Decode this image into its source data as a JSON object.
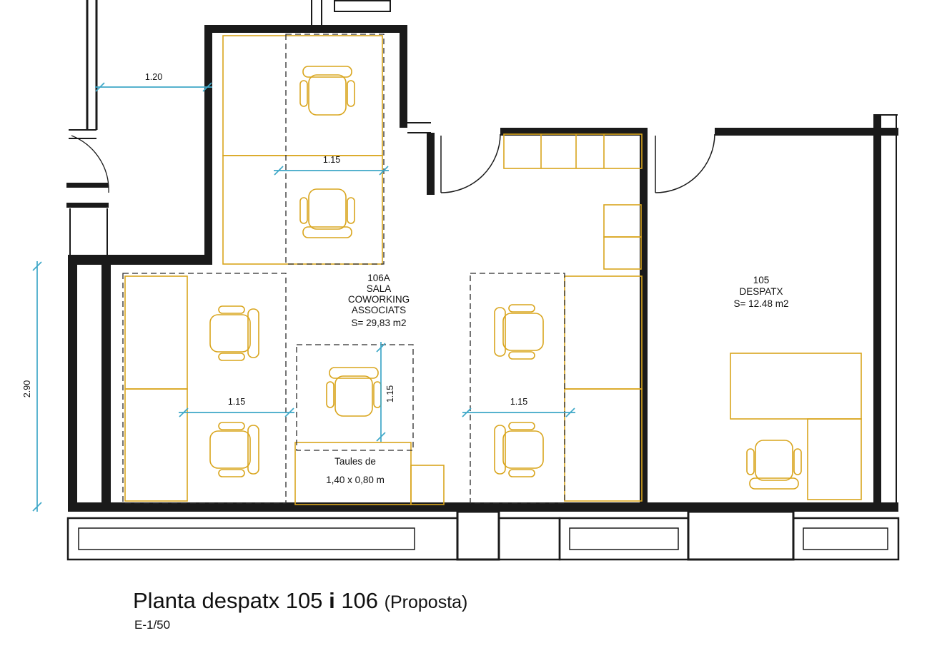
{
  "title": {
    "part1": "Planta despatx 105",
    "conj": "i",
    "part2": "106",
    "suffix": "(Proposta)",
    "scale": "E-1/50"
  },
  "rooms": {
    "coworking": {
      "number": "106A",
      "name1": "SALA",
      "name2": "COWORKING",
      "name3": "ASSOCIATS",
      "area": "S= 29,83 m2"
    },
    "despatx": {
      "number": "105",
      "name": "DESPATX",
      "area": "S= 12.48 m2"
    }
  },
  "annotations": {
    "tables_line1": "Taules de",
    "tables_line2": "1,40 x 0,80 m"
  },
  "dims": {
    "entry_width": "1.20",
    "room_depth": "2.90",
    "desk_top": "1.15",
    "desk_left": "1.15",
    "desk_center": "1.15",
    "desk_right": "1.15"
  },
  "colors": {
    "wall": "#1a1a1a",
    "furniture": "#D9A51D",
    "dimension": "#3FA8C8"
  }
}
